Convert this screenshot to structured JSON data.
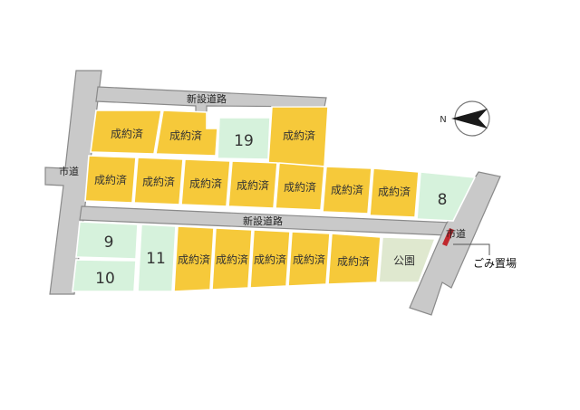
{
  "colors": {
    "sold": "#f6c93a",
    "available": "#d6f2dc",
    "park": "#dfe8cf",
    "road": "#c9c9c9",
    "garbage": "#c0272d"
  },
  "roads": {
    "new_road_top": "新設道路",
    "new_road_middle": "新設道路",
    "city_road_left": "市道",
    "city_road_right": "市道"
  },
  "compass": {
    "north_label": "N"
  },
  "park_label": "公園",
  "garbage_label": "ごみ置場",
  "sold_label": "成約済",
  "lots": {
    "lot_8": "8",
    "lot_9": "9",
    "lot_10": "10",
    "lot_11": "11",
    "lot_19": "19"
  }
}
